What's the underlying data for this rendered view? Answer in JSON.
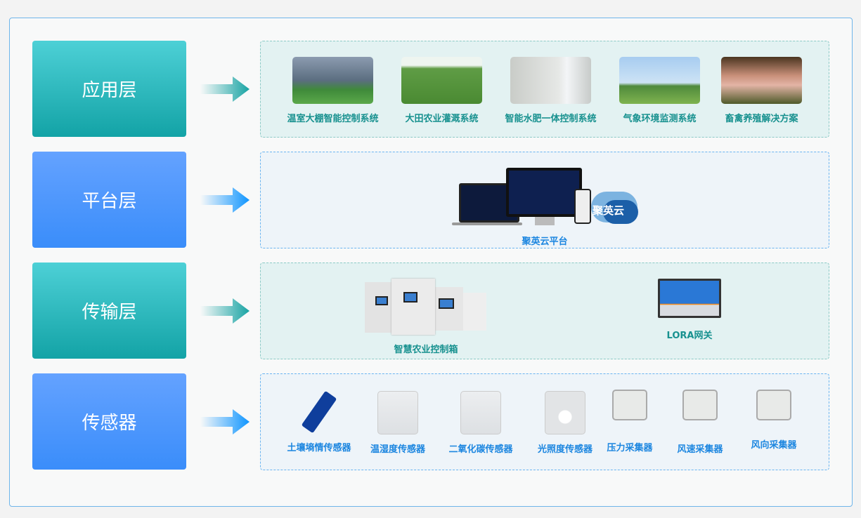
{
  "layers": [
    {
      "label": "应用层",
      "theme": "teal"
    },
    {
      "label": "平台层",
      "theme": "blue"
    },
    {
      "label": "传输层",
      "theme": "teal"
    },
    {
      "label": "传感器",
      "theme": "blue"
    }
  ],
  "colors": {
    "teal": "#17918f",
    "blue": "#1c86e0"
  },
  "application": {
    "items": [
      {
        "label": "温室大棚智能控制系统",
        "icon": "greenhouse-photo"
      },
      {
        "label": "大田农业灌溉系统",
        "icon": "field-photo"
      },
      {
        "label": "智能水肥一体控制系统",
        "icon": "fertigation-photo"
      },
      {
        "label": "气象环境监测系统",
        "icon": "weather-station-photo"
      },
      {
        "label": "畜禽养殖解决方案",
        "icon": "livestock-photo"
      }
    ]
  },
  "platform": {
    "label": "聚英云平台",
    "cloud_logo": "聚英云"
  },
  "transport": {
    "items": [
      {
        "label": "智慧农业控制箱"
      },
      {
        "label": "LORA网关"
      }
    ]
  },
  "sensors": {
    "items": [
      {
        "label": "土壤墒情传感器"
      },
      {
        "label": "温湿度传感器"
      },
      {
        "label": "二氧化碳传感器"
      },
      {
        "label": "光照度传感器"
      },
      {
        "label": "压力采集器"
      },
      {
        "label": "风速采集器"
      },
      {
        "label": "风向采集器"
      }
    ]
  }
}
